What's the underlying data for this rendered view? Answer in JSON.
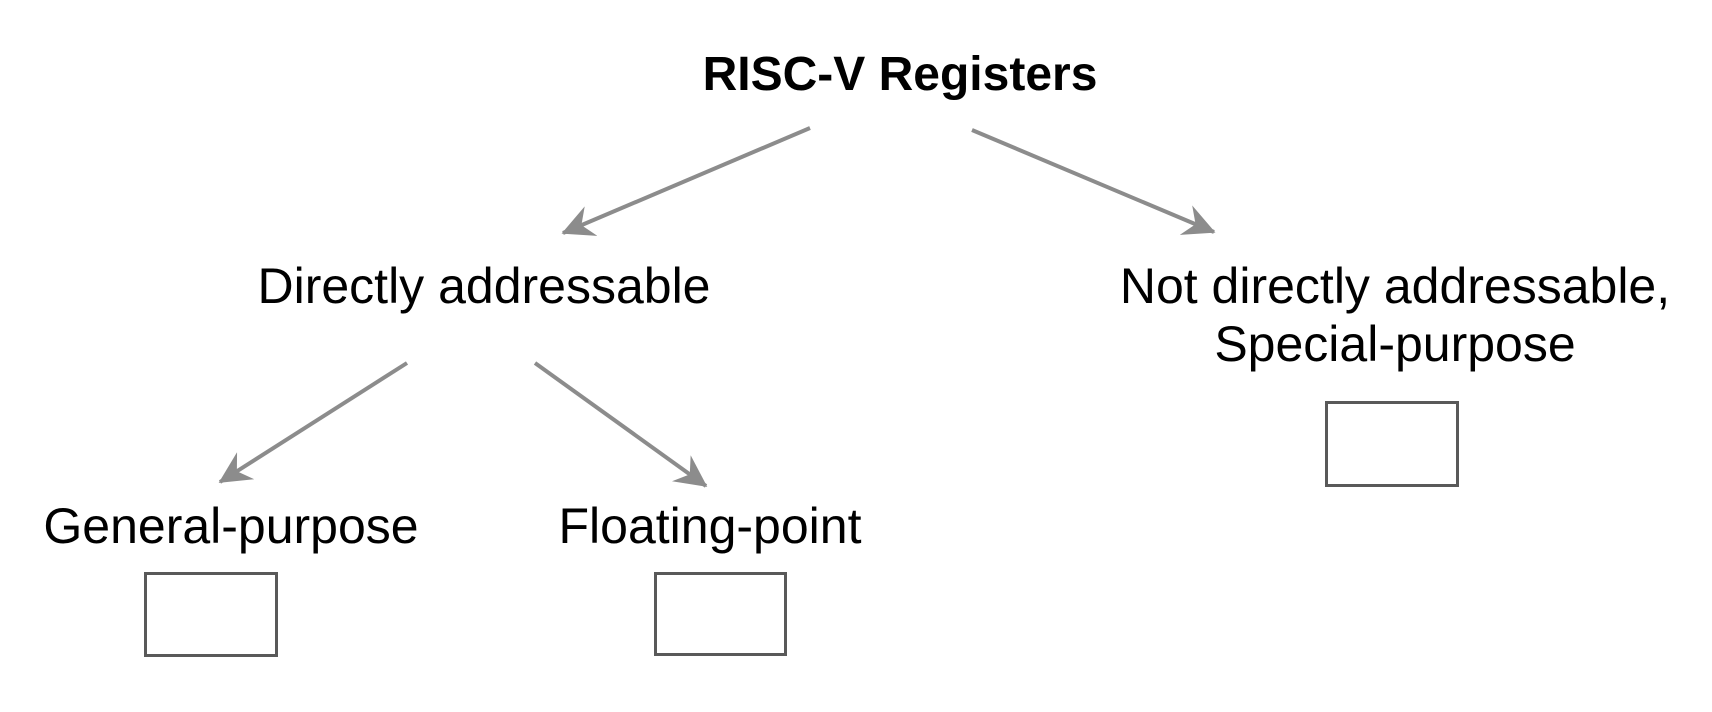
{
  "tree": {
    "root": {
      "label": "RISC-V Registers"
    },
    "branches": {
      "directly_addressable": {
        "label": "Directly addressable"
      },
      "not_directly_addressable": {
        "lines": [
          "Not directly addressable,",
          "Special-purpose"
        ]
      }
    },
    "leaves": {
      "general_purpose": {
        "label": "General-purpose"
      },
      "floating_point": {
        "label": "Floating-point"
      }
    },
    "placeholder_box_count": 3
  },
  "colors": {
    "arrow": "#8c8c8c",
    "box_border": "#595959",
    "text": "#000000",
    "background": "#ffffff"
  }
}
